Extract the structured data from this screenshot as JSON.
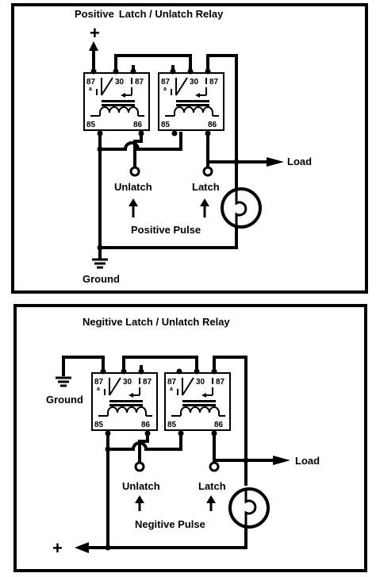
{
  "panels": [
    {
      "title_main": "Positive",
      "title_rest": "Latch / Unlatch Relay",
      "supply_symbol": "+",
      "ground_label": "Ground",
      "unlatch_label": "Unlatch",
      "latch_label": "Latch",
      "pulse_label": "Positive Pulse",
      "load_label": "Load",
      "relay_pins": {
        "nc": "87",
        "nc_sub": "a",
        "com": "30",
        "no": "87",
        "coil_a": "85",
        "coil_b": "86"
      }
    },
    {
      "title_main": "Negitive Latch / Unlatch Relay",
      "supply_symbol": "+",
      "ground_label": "Ground",
      "unlatch_label": "Unlatch",
      "latch_label": "Latch",
      "pulse_label": "Negitive Pulse",
      "load_label": "Load",
      "relay_pins": {
        "nc": "87",
        "nc_sub": "a",
        "com": "30",
        "no": "87",
        "coil_a": "85",
        "coil_b": "86"
      }
    }
  ],
  "icons": {
    "relay": "relay-icon",
    "coil": "coil-icon",
    "lamp": "lamp-icon",
    "ground": "ground-icon",
    "arrow": "arrow-icon"
  }
}
